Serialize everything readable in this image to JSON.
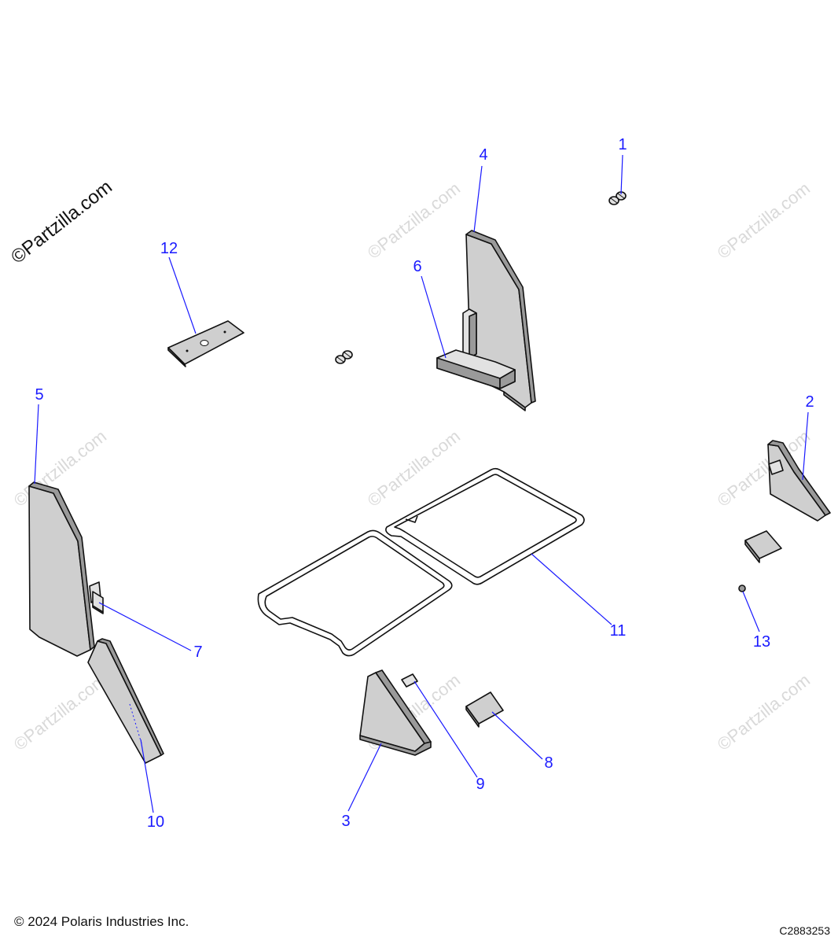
{
  "watermark": {
    "text": "©Partzilla.com"
  },
  "footer": {
    "copyright": "© 2024 Polaris Industries Inc.",
    "drawing_id": "C2883253"
  },
  "callouts": [
    {
      "id": "1",
      "label": "1"
    },
    {
      "id": "2",
      "label": "2"
    },
    {
      "id": "3",
      "label": "3"
    },
    {
      "id": "4",
      "label": "4"
    },
    {
      "id": "5",
      "label": "5"
    },
    {
      "id": "6",
      "label": "6"
    },
    {
      "id": "7",
      "label": "7"
    },
    {
      "id": "8",
      "label": "8"
    },
    {
      "id": "9",
      "label": "9"
    },
    {
      "id": "10",
      "label": "10"
    },
    {
      "id": "11",
      "label": "11"
    },
    {
      "id": "12",
      "label": "12"
    },
    {
      "id": "13",
      "label": "13"
    }
  ],
  "colors": {
    "callout": "#1a1aff",
    "line": "#111111",
    "part_fill": "#cfcfcf"
  }
}
